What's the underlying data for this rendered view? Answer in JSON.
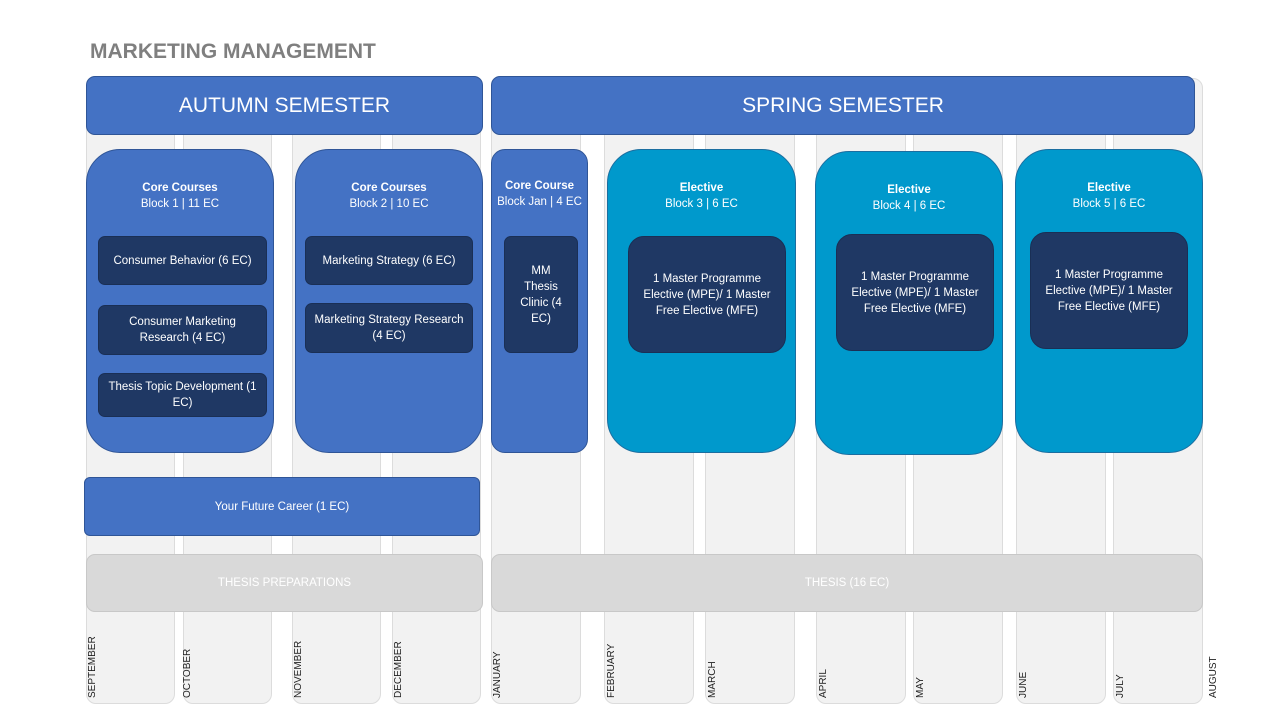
{
  "page_title": "MARKETING MANAGEMENT",
  "colors": {
    "header_blue": "#4472c4",
    "core_blue": "#4472c4",
    "elective_cyan": "#0099cc",
    "course_navy": "#1f3864",
    "column_gray": "#f2f2f2",
    "thesis_gray": "#d9d9d9",
    "title_gray": "#7f7f7f"
  },
  "months": [
    "SEPTEMBER",
    "OCTOBER",
    "NOVEMBER",
    "DECEMBER",
    "JANUARY",
    "FEBRUARY",
    "MARCH",
    "APRIL",
    "MAY",
    "JUNE",
    "JULY",
    "AUGUST"
  ],
  "semesters": {
    "autumn": "AUTUMN SEMESTER",
    "spring": "SPRING SEMESTER"
  },
  "blocks": [
    {
      "title": "Core Courses",
      "subtitle": "Block 1 | 11 EC",
      "courses": [
        "Consumer Behavior (6 EC)",
        "Consumer Marketing Research (4 EC)",
        "Thesis Topic Development (1 EC)"
      ]
    },
    {
      "title": "Core Courses",
      "subtitle": "Block 2 | 10 EC",
      "courses": [
        "Marketing Strategy (6 EC)",
        "Marketing Strategy Research (4 EC)"
      ]
    },
    {
      "title": "Core Course",
      "subtitle": "Block Jan | 4 EC",
      "courses": [
        "MM Thesis Clinic (4 EC)"
      ]
    },
    {
      "title": "Elective",
      "subtitle": "Block 3 | 6 EC",
      "courses": [
        "1 Master Programme Elective (MPE)/ 1 Master Free Elective (MFE)"
      ]
    },
    {
      "title": "Elective",
      "subtitle": "Block 4 | 6 EC",
      "courses": [
        "1 Master Programme Elective (MPE)/ 1 Master Free Elective (MFE)"
      ]
    },
    {
      "title": "Elective",
      "subtitle": "Block 5 | 6 EC",
      "courses": [
        "1 Master Programme Elective (MPE)/ 1 Master Free Elective (MFE)"
      ]
    }
  ],
  "career": "Your Future Career (1 EC)",
  "thesis_preparations": "THESIS PREPARATIONS",
  "thesis": "THESIS (16 EC)"
}
